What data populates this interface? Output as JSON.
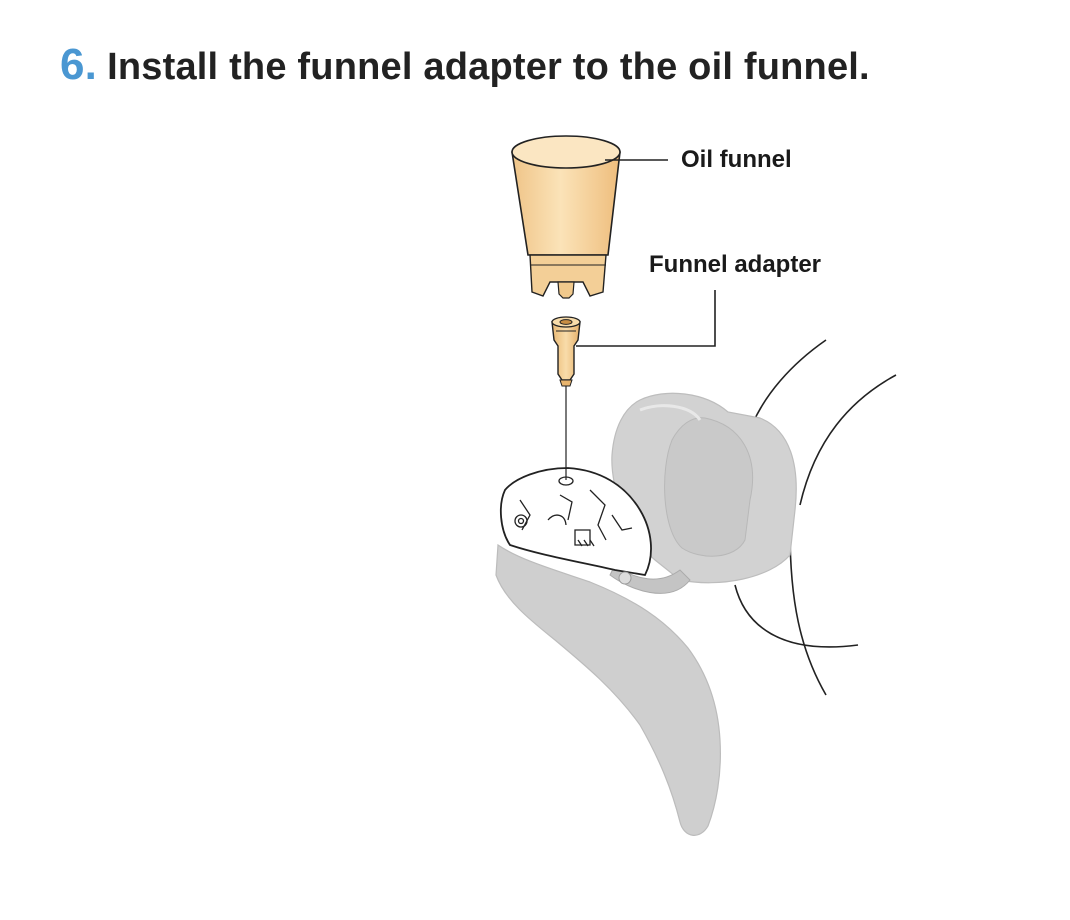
{
  "step": {
    "number": "6.",
    "instruction": "Install the funnel adapter to the oil funnel."
  },
  "labels": {
    "oil_funnel": "Oil funnel",
    "funnel_adapter": "Funnel adapter"
  },
  "colors": {
    "step_number": "#4a97d2",
    "funnel_fill": "#f6d9a8",
    "lever_fill": "#d0d0d0",
    "text": "#222222"
  }
}
